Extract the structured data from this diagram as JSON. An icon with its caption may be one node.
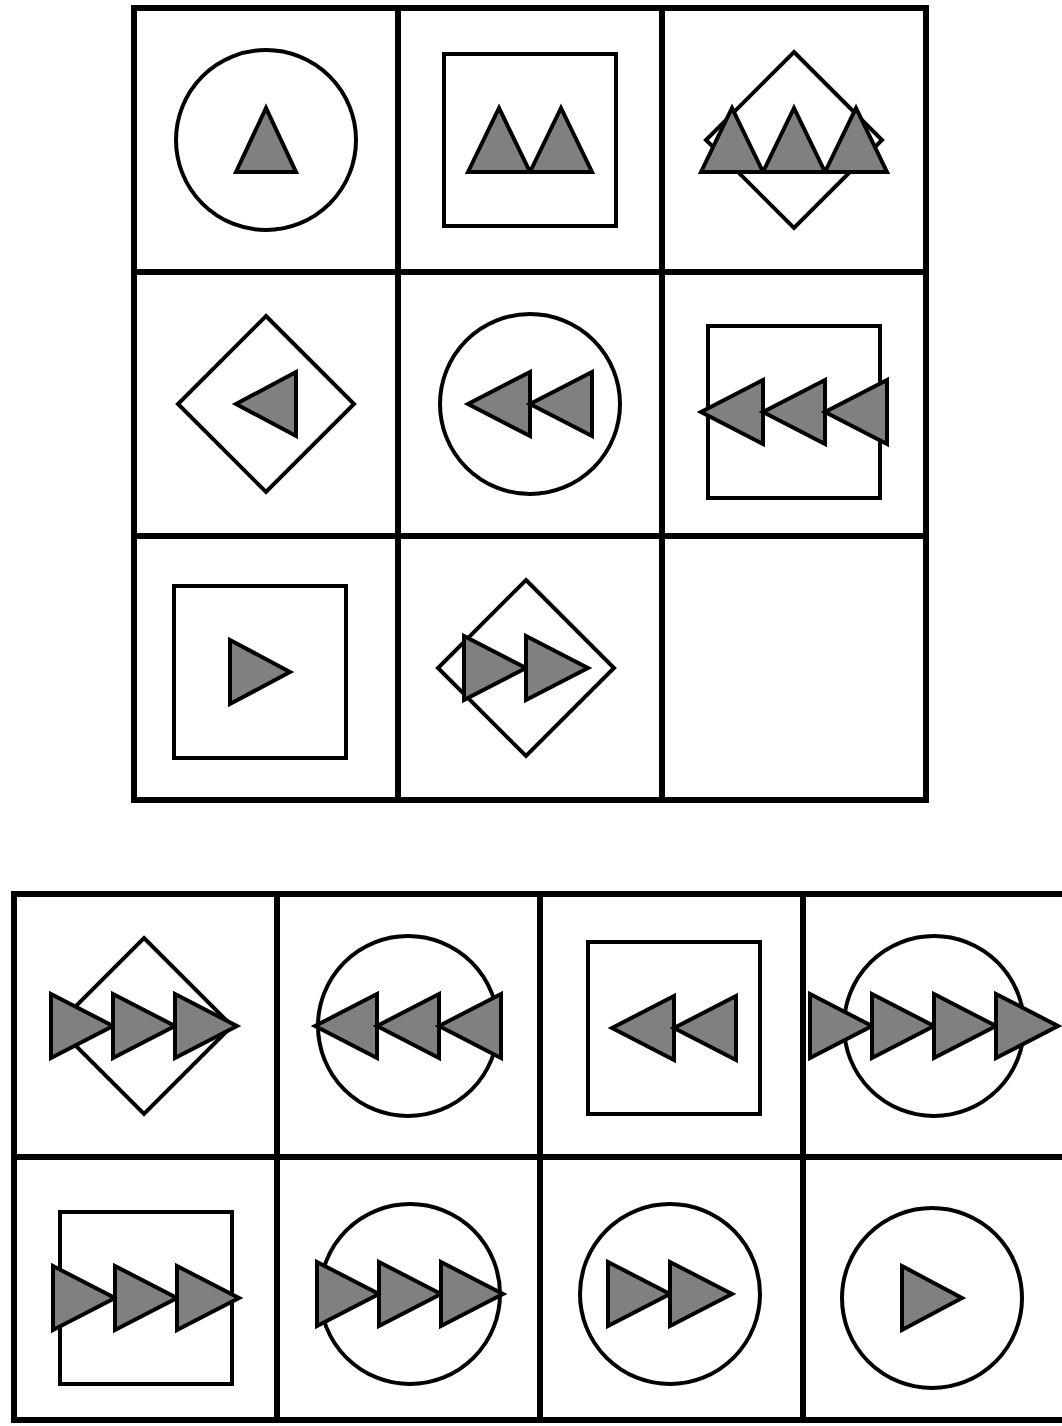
{
  "diagram": {
    "nodes": [
      {
        "text": [],
        "shape": "circle"
      },
      {
        "text": [],
        "shape": "box"
      },
      {
        "text": [],
        "shape": "diamond"
      },
      {
        "text": [],
        "shape": "diamond"
      },
      {
        "text": [],
        "shape": "circle"
      },
      {
        "text": [],
        "shape": "box"
      },
      {
        "text": [],
        "shape": "box"
      },
      {
        "text": [],
        "shape": "diamond"
      },
      {
        "text": [],
        "shape": "diamond"
      },
      {
        "text": [],
        "shape": "circle"
      },
      {
        "text": [],
        "shape": "box"
      },
      {
        "text": [],
        "shape": "circle"
      },
      {
        "text": [],
        "shape": "box"
      },
      {
        "text": [],
        "shape": "circle"
      },
      {
        "text": [],
        "shape": "circle"
      },
      {
        "text": [],
        "shape": "circle"
      }
    ]
  }
}
